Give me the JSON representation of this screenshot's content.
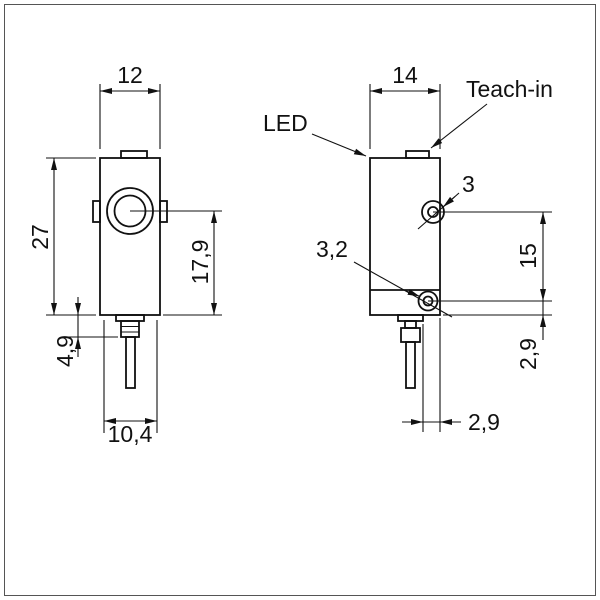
{
  "front": {
    "width": "12",
    "height": "27",
    "center_to_bottom": "17,9",
    "connector_length": "4,9",
    "bottom_width": "10,4"
  },
  "side": {
    "depth": "14",
    "led_label": "LED",
    "teach_in_label": "Teach-in",
    "hole_small_diameter": "3",
    "hole_large_diameter": "3,2",
    "hole_spacing": "15",
    "hole_to_bottom_edge": "2,9",
    "connector_edge_offset": "2,9"
  }
}
